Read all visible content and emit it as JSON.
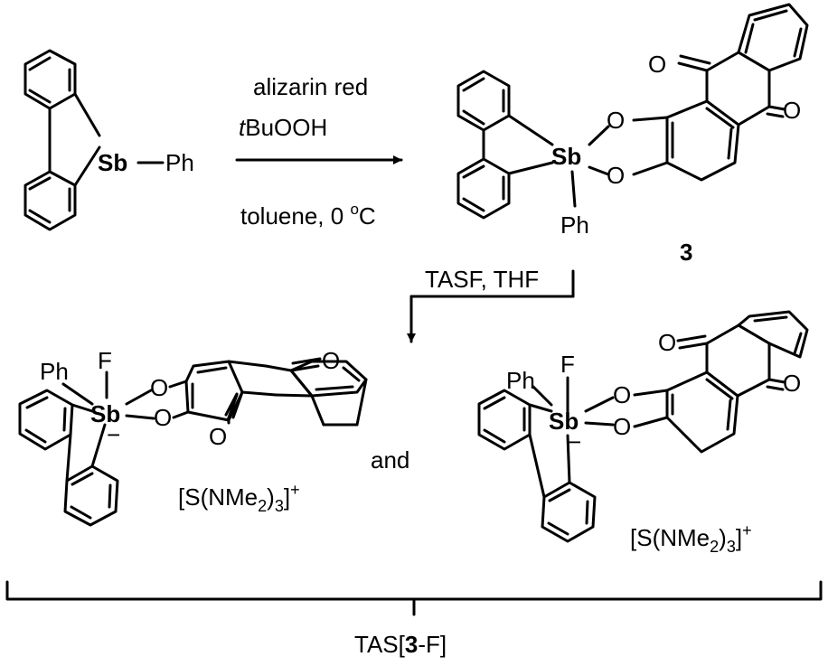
{
  "colors": {
    "antimony": "#3050d8",
    "ink": "#000000",
    "background": "#ffffff"
  },
  "reagents": {
    "line1": "alizarin red",
    "line2_italic": "t",
    "line2_rest": "BuOOH",
    "line3": "toluene, 0 ",
    "line3_sup": "o",
    "line3_end": "C"
  },
  "step2": {
    "label": "TASF, THF"
  },
  "compound": {
    "number": "3"
  },
  "atoms": {
    "sb": "Sb",
    "ph": "Ph",
    "o": "O",
    "f": "F",
    "minus": "−"
  },
  "connector": "and",
  "counterion": {
    "main": "[S(NMe",
    "sub1": "2",
    "mid": ")",
    "sub2": "3",
    "close": "]",
    "charge": "+"
  },
  "product": {
    "pre": "TAS[",
    "bold": "3",
    "post": "-F]"
  }
}
